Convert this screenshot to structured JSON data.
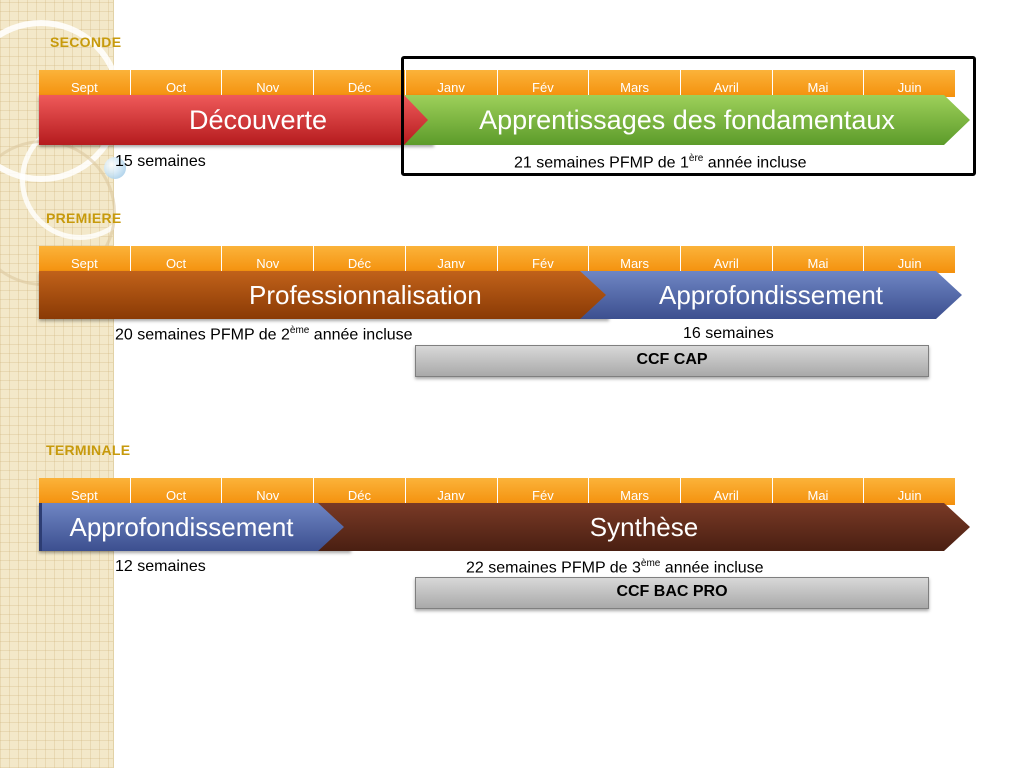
{
  "colors": {
    "month_bar": "#f4900c",
    "section_label": "#c79a0c",
    "decouverte": "#b51b1e",
    "fondamentaux": "#5c9b2a",
    "professionnalisation": "#8a3a05",
    "approfondissement": "#3c4f8f",
    "synthese": "#4a1f12",
    "ccf": "#a9a9a9"
  },
  "months": [
    "Sept",
    "Oct",
    "Nov",
    "Déc",
    "Janv",
    "Fév",
    "Mars",
    "Avril",
    "Mai",
    "Juin"
  ],
  "seconde": {
    "label": "SECONDE",
    "phase1": "Découverte",
    "phase2": "Apprentissages des fondamentaux",
    "note1": "15 semaines",
    "note2_pre": "21 semaines PFMP de 1",
    "note2_sup": "ère",
    "note2_post": " année incluse"
  },
  "premiere": {
    "label": "PREMIERE",
    "phase1": "Professionnalisation",
    "phase2": "Approfondissement",
    "note1_pre": "20 semaines PFMP de 2",
    "note1_sup": "ème",
    "note1_post": " année incluse",
    "note2": "16 semaines",
    "ccf": "CCF CAP"
  },
  "terminale": {
    "label": "TERMINALE",
    "phase1": "Approfondissement",
    "phase2": "Synthèse",
    "note1": "12 semaines",
    "note2_pre": "22 semaines PFMP de 3",
    "note2_sup": "ème",
    "note2_post": " année incluse",
    "ccf": "CCF BAC PRO"
  }
}
